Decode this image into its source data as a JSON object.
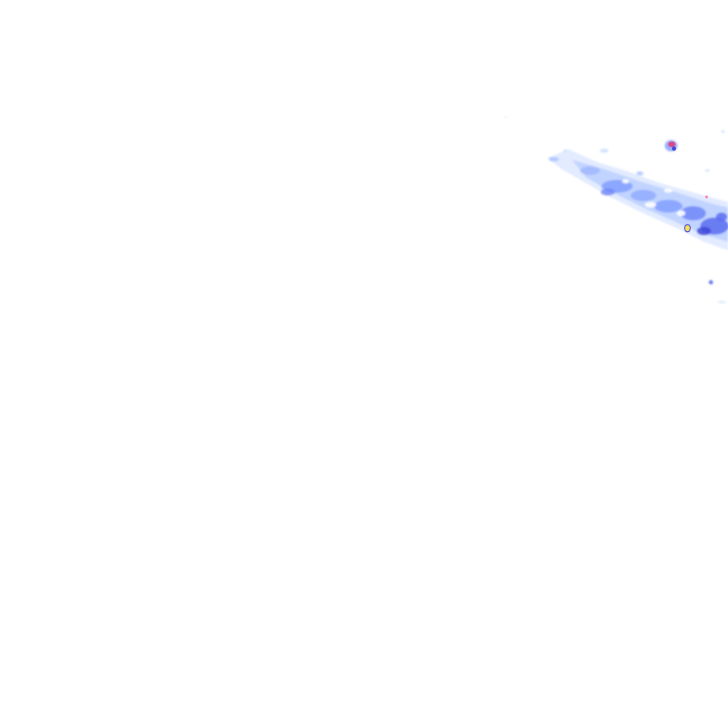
{
  "map": {
    "background_color": "#ffffff",
    "layer": "precipitation-radar",
    "palette": {
      "very_light": "#cfe0ff",
      "light": "#a9c4ff",
      "medium": "#7f9cff",
      "strong": "#5a6cf0",
      "heavy": "#3f49d8",
      "extreme": "#e0407a",
      "hail_marker": "#ffe14d"
    },
    "echo_features": [
      {
        "name": "main-precip-band",
        "intensity": "moderate"
      },
      {
        "name": "isolated-convective-cell",
        "intensity": "extreme"
      },
      {
        "name": "scattered-fragments",
        "intensity": "light"
      }
    ]
  }
}
